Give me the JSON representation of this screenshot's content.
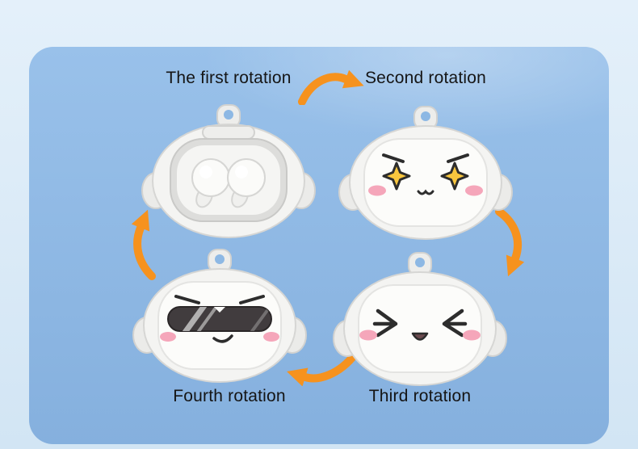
{
  "page": {
    "bg_color": "#d8e8f6",
    "panel_color": "#8fb9e4"
  },
  "labels": {
    "first": "The first rotation",
    "second": "Second rotation",
    "third": "Third rotation",
    "fourth": "Fourth rotation"
  },
  "arrows": {
    "color": "#f6921e"
  },
  "cases": {
    "open": "earbuds-case-open-with-two-earbuds",
    "sparkle": "case-face-sparkle-star-eyes",
    "squint": "case-face-squinting-eyes",
    "sunglasses": "case-face-sunglasses"
  }
}
